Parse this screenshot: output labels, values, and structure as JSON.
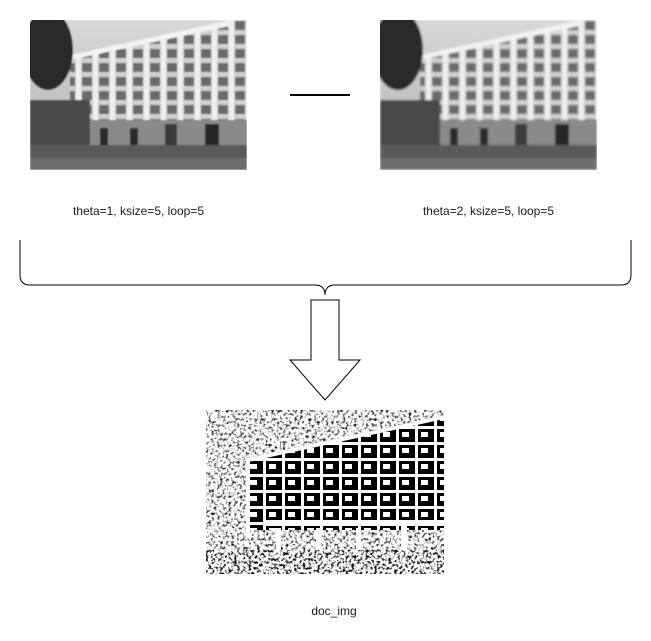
{
  "diagram": {
    "left_image": {
      "caption": "theta=1, ksize=5, loop=5",
      "depicts": "building-photo-blurred"
    },
    "right_image": {
      "caption": "theta=2, ksize=5, loop=5",
      "depicts": "building-photo-blurred"
    },
    "result_image": {
      "caption": "doc_img",
      "depicts": "building-edge-map"
    },
    "colors": {
      "line": "#000000",
      "arrow_fill": "#ffffff"
    }
  }
}
